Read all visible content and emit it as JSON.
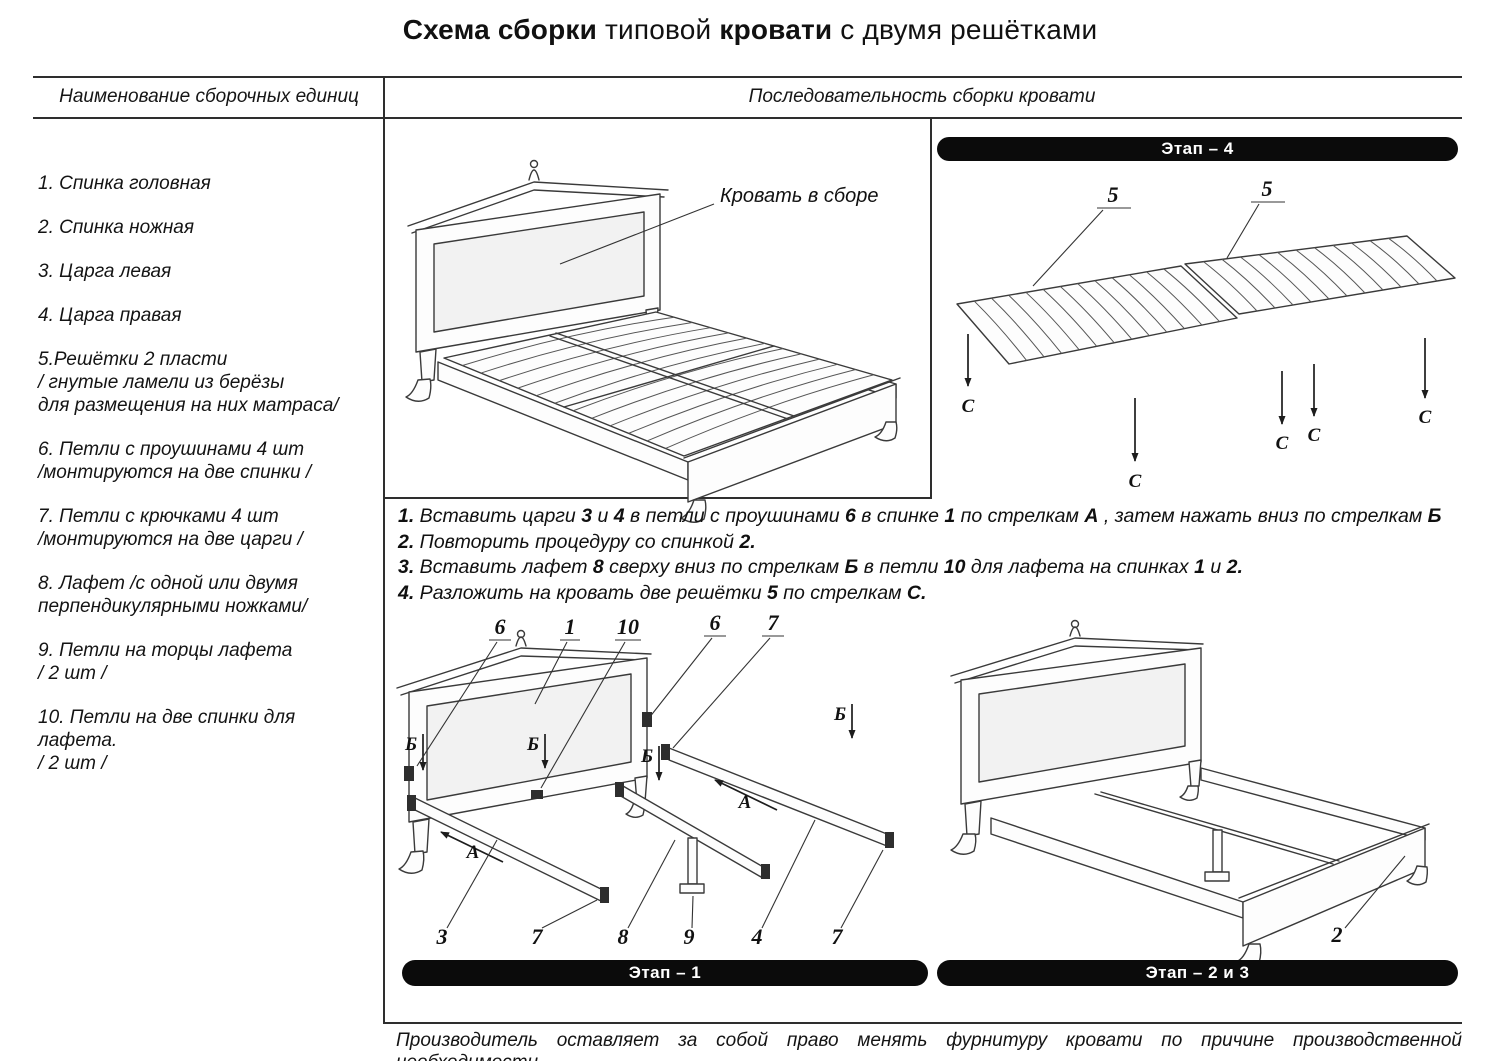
{
  "title": {
    "segments": [
      {
        "t": "Схема сборки",
        "b": true
      },
      {
        "t": " типовой ",
        "b": false
      },
      {
        "t": "кровати",
        "b": true
      },
      {
        "t": " с двумя решётками",
        "b": false
      }
    ]
  },
  "table": {
    "left_header": "Наименование  сборочных единиц",
    "right_header": "Последовательность сборки кровати"
  },
  "parts": [
    "1.  Спинка головная",
    "2. Спинка ножная",
    "3. Царга левая",
    "4. Царга правая",
    "5.Решётки  2 пласти\n/ гнутые ламели из берёзы\nдля размещения на них матраса/",
    "6. Петли с проушинами 4 шт\n/монтируются на две спинки /",
    "7. Петли с крючками 4 шт\n/монтируются на две царги /",
    "8. Лафет /с одной или двумя\nперпендикулярными ножками/",
    "9. Петли на торцы лафета\n/ 2 шт /",
    "10. Петли на две спинки для лафета.\n/ 2 шт /"
  ],
  "assembled": {
    "caption": "Кровать в сборе"
  },
  "stages": {
    "stage4": {
      "banner": "Этап –  4",
      "grid_num": "5",
      "arrow": "С"
    },
    "stage1": {
      "banner": "Этап – 1",
      "top": [
        "6",
        "1",
        "10",
        "6",
        "7"
      ],
      "bottom": [
        "3",
        "7",
        "8",
        "9",
        "4",
        "7"
      ],
      "arrow_a": "А",
      "arrow_b": "Б"
    },
    "stage23": {
      "banner": "Этап – 2 и 3",
      "num": "2"
    }
  },
  "steps": [
    {
      "segments": [
        {
          "t": "1.",
          "b": true
        },
        {
          "t": " Вставить царги ",
          "b": false
        },
        {
          "t": "3",
          "b": true
        },
        {
          "t": " и ",
          "b": false
        },
        {
          "t": "4",
          "b": true
        },
        {
          "t": " в петли с проушинами ",
          "b": false
        },
        {
          "t": "6",
          "b": true
        },
        {
          "t": " в спинке ",
          "b": false
        },
        {
          "t": "1",
          "b": true
        },
        {
          "t": " по стрелкам ",
          "b": false
        },
        {
          "t": "А",
          "b": true
        },
        {
          "t": " , затем нажать вниз по стрелкам ",
          "b": false
        },
        {
          "t": "Б",
          "b": true
        }
      ]
    },
    {
      "segments": [
        {
          "t": "2.",
          "b": true
        },
        {
          "t": " Повторить процедуру со спинкой ",
          "b": false
        },
        {
          "t": "2.",
          "b": true
        }
      ]
    },
    {
      "segments": [
        {
          "t": "3.",
          "b": true
        },
        {
          "t": " Вставить лафет ",
          "b": false
        },
        {
          "t": "8",
          "b": true
        },
        {
          "t": " сверху вниз по стрелкам ",
          "b": false
        },
        {
          "t": "Б",
          "b": true
        },
        {
          "t": " в петли ",
          "b": false
        },
        {
          "t": "10",
          "b": true
        },
        {
          "t": " для лафета на спинках ",
          "b": false
        },
        {
          "t": "1",
          "b": true
        },
        {
          "t": " и ",
          "b": false
        },
        {
          "t": "2.",
          "b": true
        }
      ]
    },
    {
      "segments": [
        {
          "t": "4.",
          "b": true
        },
        {
          "t": " Разложить на кровать две решётки ",
          "b": false
        },
        {
          "t": "5",
          "b": true
        },
        {
          "t": "  по стрелкам ",
          "b": false
        },
        {
          "t": "С.",
          "b": true
        }
      ]
    }
  ],
  "footer": "Производитель  оставляет  за  собой  право  менять  фурнитуру  кровати  по  причине  производственной  необходимости"
}
